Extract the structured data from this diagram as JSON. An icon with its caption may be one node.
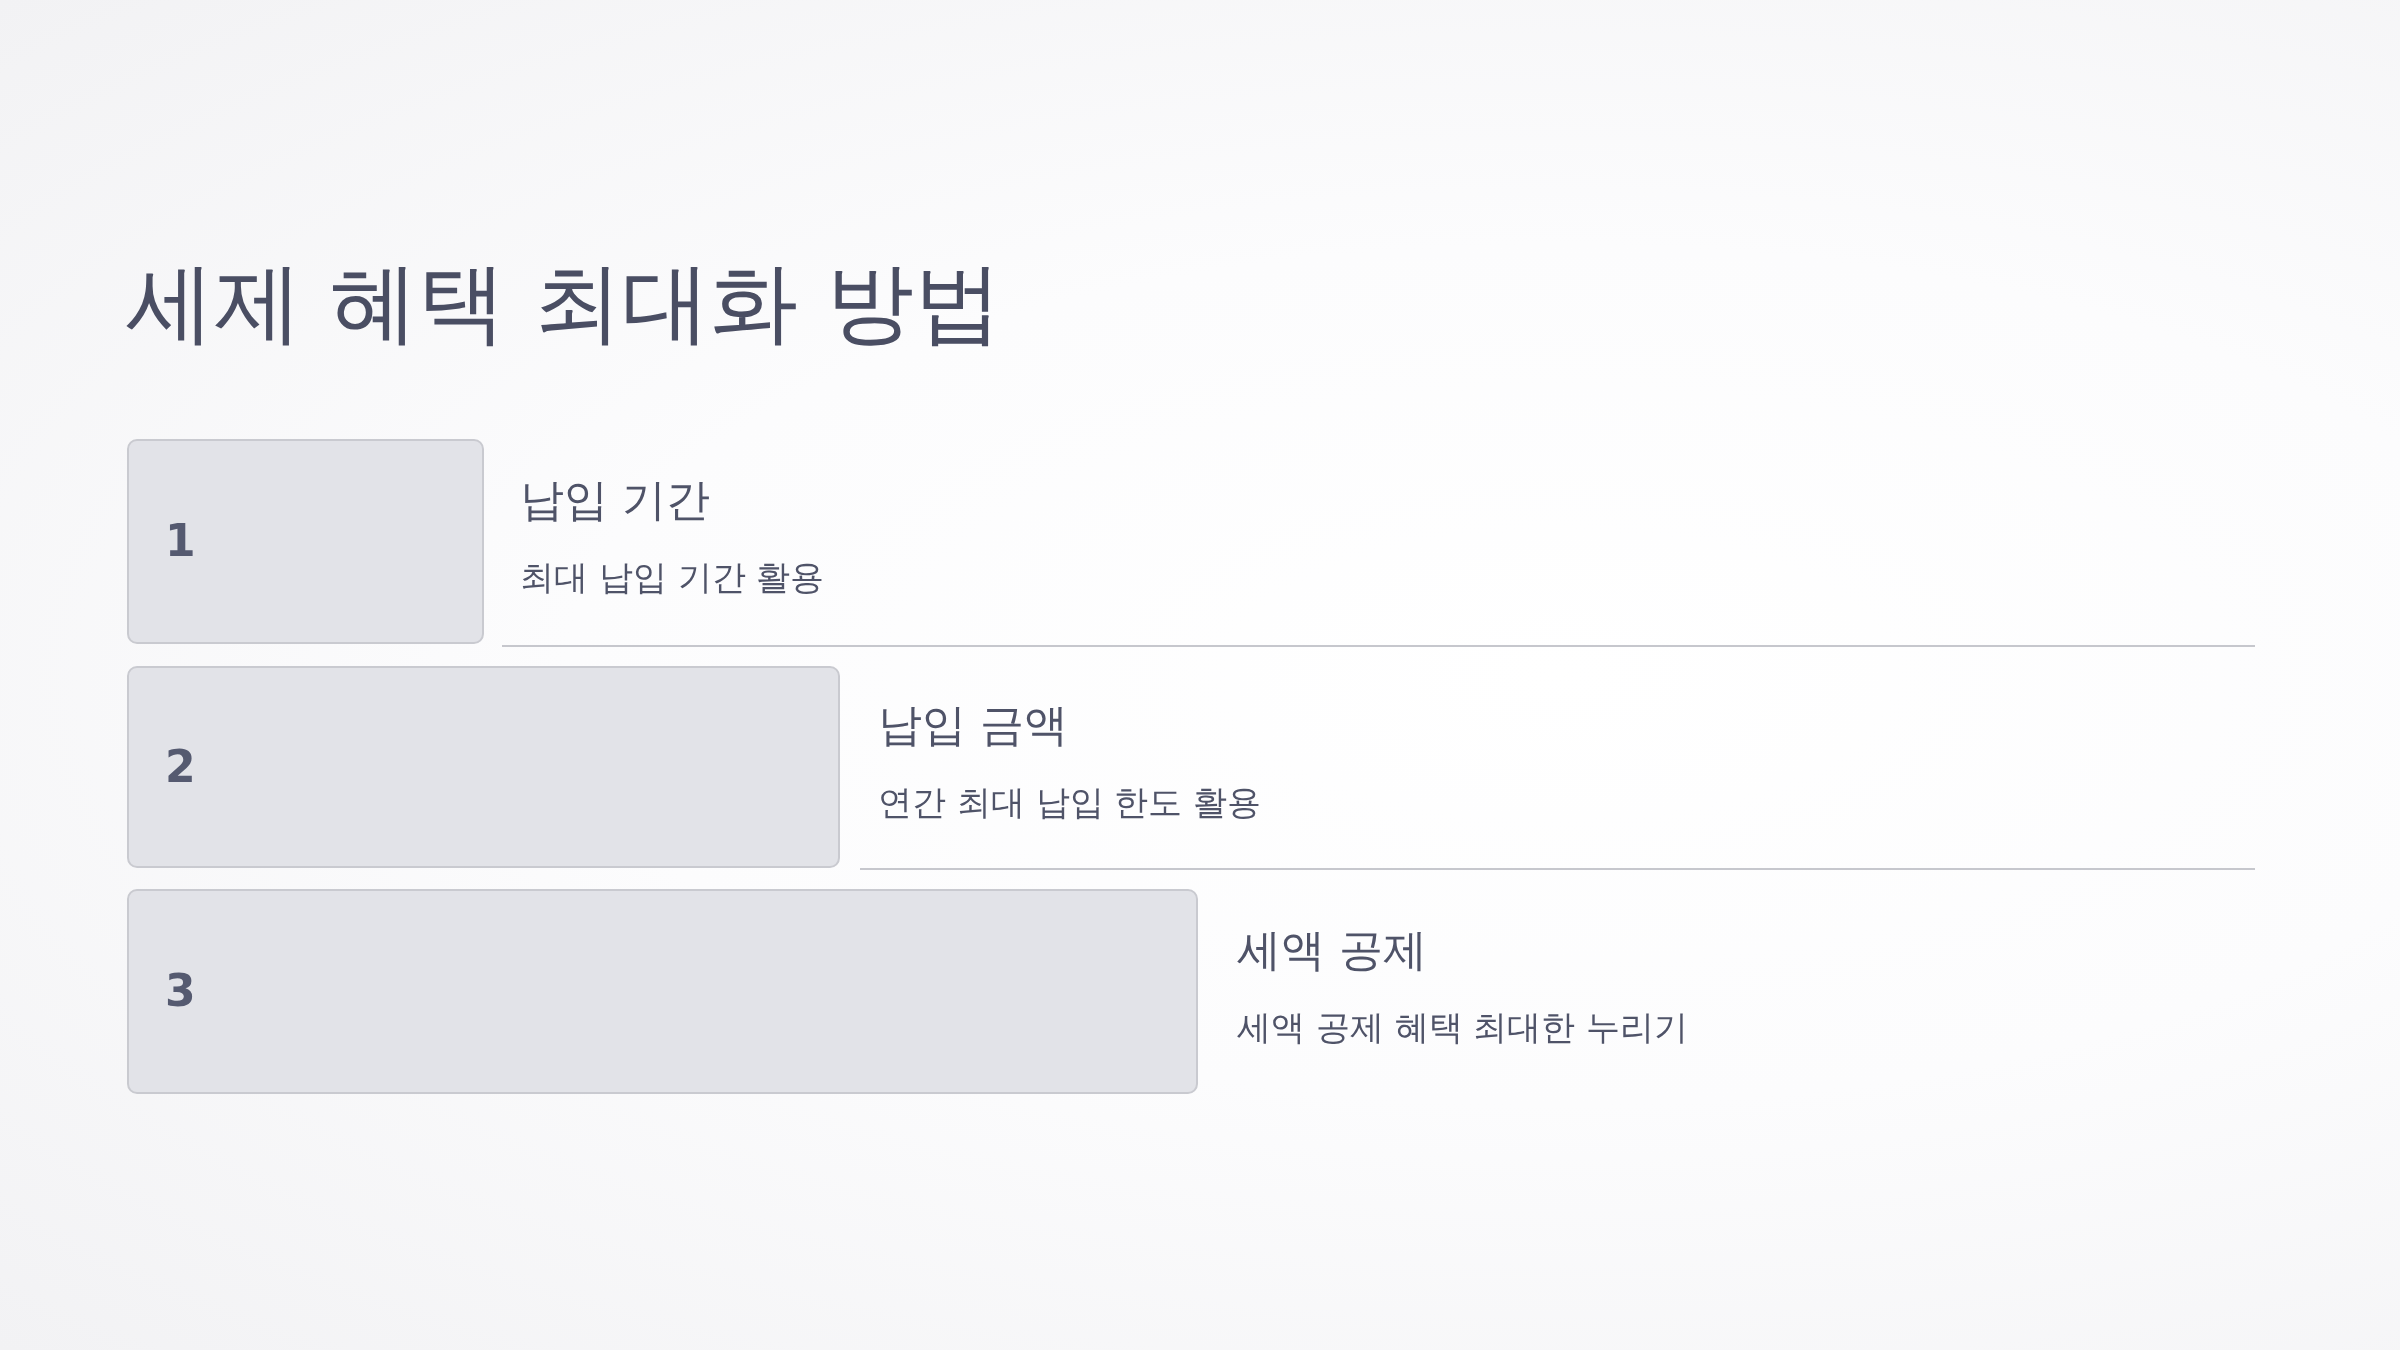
{
  "diagram": {
    "title": "세제 혜택 최대화 방법",
    "nodes": [
      {
        "text": [
          "1"
        ],
        "beside": [
          "납입 기간",
          "최대 납입 기간 활용"
        ]
      },
      {
        "text": [
          "2"
        ],
        "beside": [
          "납입 금액",
          "연간 최대 납입 한도 활용"
        ]
      },
      {
        "text": [
          "3"
        ],
        "beside": [
          "세액 공제",
          "세액 공제 혜택 최대한 누리기"
        ]
      }
    ]
  }
}
